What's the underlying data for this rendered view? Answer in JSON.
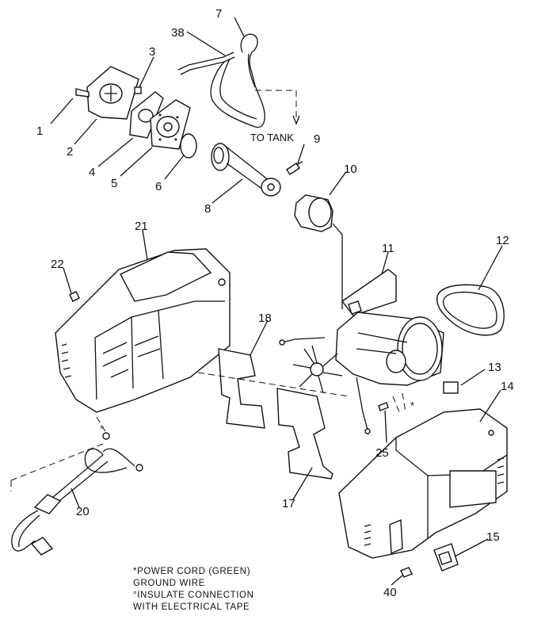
{
  "diagram": {
    "callouts": {
      "c1": "1",
      "c2": "2",
      "c3": "3",
      "c4": "4",
      "c5": "5",
      "c6": "6",
      "c7": "7",
      "c8": "8",
      "c9": "9",
      "c10": "10",
      "c11": "11",
      "c12": "12",
      "c13": "13",
      "c14": "14",
      "c15": "15",
      "c17": "17",
      "c18": "18",
      "c20": "20",
      "c21": "21",
      "c22": "22",
      "c25": "25",
      "c38": "38",
      "c40": "40"
    },
    "to_tank": "TO TANK",
    "asterisk_mark": "*",
    "degree_mark": "°",
    "notes": {
      "line1": "*POWER CORD (GREEN)",
      "line2": " GROUND WIRE",
      "line3": "°INSULATE CONNECTION",
      "line4": " WITH ELECTRICAL TAPE"
    }
  }
}
